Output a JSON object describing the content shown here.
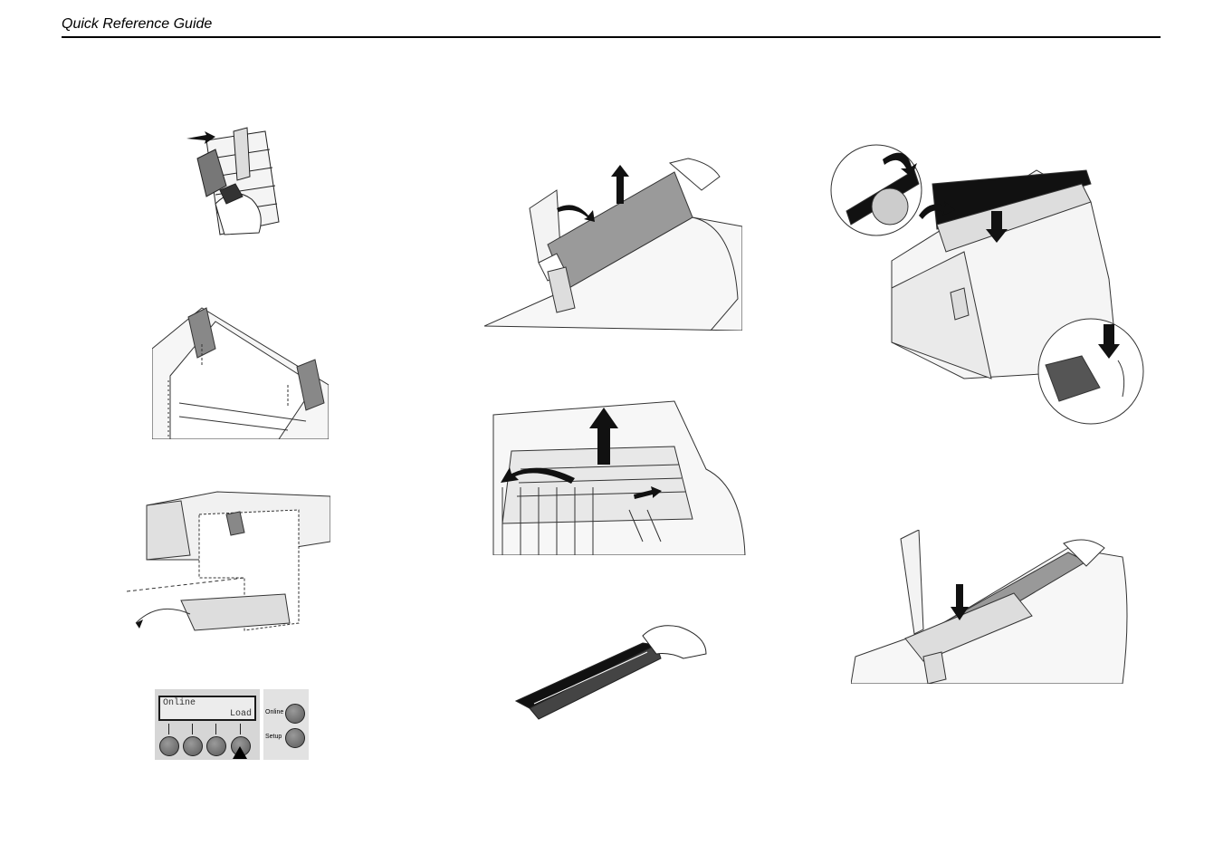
{
  "header": {
    "title": "Quick Reference Guide"
  },
  "operator_panel": {
    "display_line1": "Online",
    "display_line2": "Load",
    "button_online": "Online",
    "button_setup": "Setup"
  },
  "icons": [
    "tractor-open-illustration",
    "paper-on-tractors-illustration",
    "printer-paper-stack-illustration",
    "cover-removal-illustration",
    "printhead-release-illustration",
    "ribbon-cassette-illustration",
    "ribbon-insert-illustration",
    "cover-close-illustration"
  ]
}
